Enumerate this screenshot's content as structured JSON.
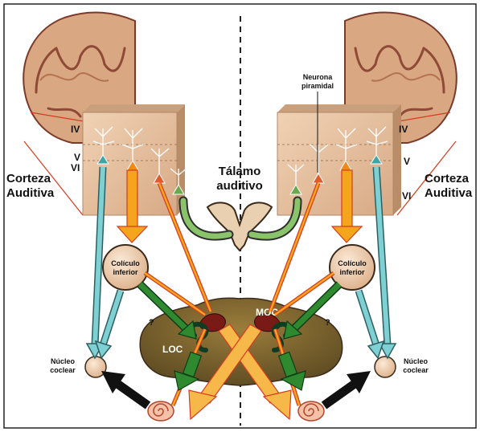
{
  "labels": {
    "cortex_left": [
      "Corteza",
      "Auditiva"
    ],
    "cortex_right": [
      "Corteza",
      "Auditiva"
    ],
    "thalamus": [
      "Tálamo",
      "auditivo"
    ],
    "colliculus_left": [
      "Colículo",
      "inferior"
    ],
    "colliculus_right": [
      "Colículo",
      "inferior"
    ],
    "nucleus_left": [
      "Núcleo",
      "coclear"
    ],
    "nucleus_right": [
      "Núcleo",
      "coclear"
    ],
    "pyramidal_neuron": [
      "Neurona",
      "piramidal"
    ],
    "layer_iv": "IV",
    "layer_v": "V",
    "layer_vi": "VI",
    "moc": "MOC",
    "loc": "LOC",
    "question": "?"
  },
  "colors": {
    "cortex_fill": "#d9a781",
    "cortex_outline": "#7a3a2a",
    "block_fill": "#e3be9c",
    "brainstem_fill": "#7a6330",
    "nucleus_fill": "#f2d6b8",
    "arrow_teal": "#6cc3c6",
    "arrow_orange": "#f5a51d",
    "arrow_green": "#2f8a2f",
    "arrow_red_border": "#d63b1f",
    "arrow_black": "#111111"
  }
}
